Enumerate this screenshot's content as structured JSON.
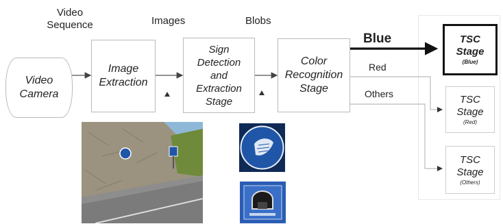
{
  "labels": {
    "video_sequence": "Video\nSequence",
    "images": "Images",
    "blobs": "Blobs",
    "blue": "Blue",
    "red": "Red",
    "others": "Others"
  },
  "boxes": {
    "video_camera": "Video\nCamera",
    "image_extraction": "Image\nExtraction",
    "sign_detection": "Sign\nDetection\nand\nExtraction\nStage",
    "color_recognition": "Color\nRecognition\nStage"
  },
  "tsc": {
    "blue": {
      "title": "TSC\nStage",
      "sub": "(Blue)"
    },
    "red": {
      "title": "TSC\nStage",
      "sub": "(Red)"
    },
    "others": {
      "title": "TSC\nStage",
      "sub": "(Others)"
    }
  },
  "colors": {
    "box_border": "#b9b9b9",
    "sign_blue": "#1f56a8",
    "sky": "#8fb8d8",
    "rock": "#a39a88",
    "grass": "#6f8a3a",
    "road": "#8c8c8c"
  }
}
